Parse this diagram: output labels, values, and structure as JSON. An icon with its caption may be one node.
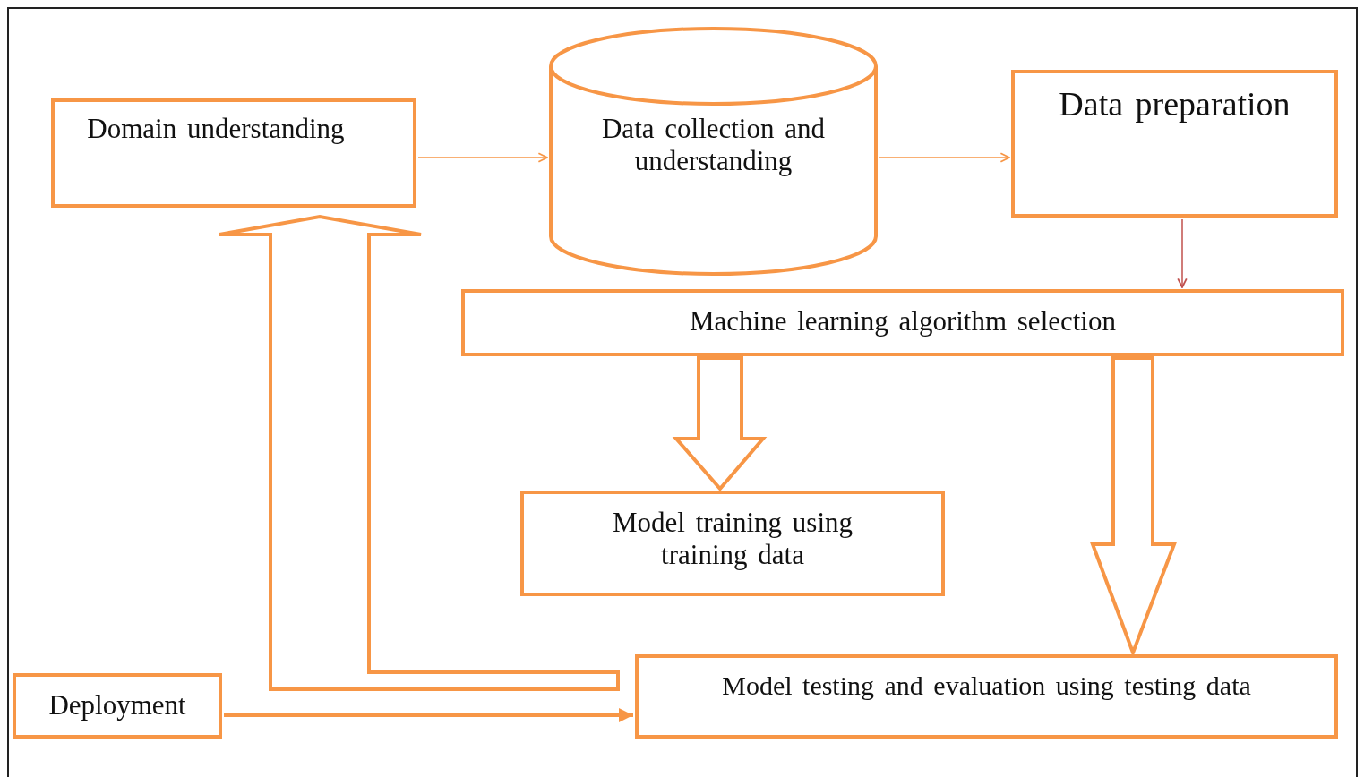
{
  "diagram": {
    "nodes": [
      {
        "text": [
          "Domain understanding"
        ]
      },
      {
        "text": [
          "Data collection and understanding"
        ]
      },
      {
        "text": [
          "Data preparation"
        ]
      },
      {
        "text": [
          "Machine learning algorithm selection"
        ]
      },
      {
        "text": [
          "Model training using training data"
        ]
      },
      {
        "text": [
          "Model testing and evaluation using testing data"
        ]
      },
      {
        "text": [
          "Deployment"
        ]
      }
    ],
    "edges": [
      {
        "from": 0,
        "to": 1,
        "arrow": "to"
      },
      {
        "from": 1,
        "to": 2,
        "arrow": "to"
      },
      {
        "from": 2,
        "to": 3,
        "arrow": "to",
        "color": "#c0504d"
      },
      {
        "from": 3,
        "to": 4,
        "arrow": "to",
        "style": "thick"
      },
      {
        "from": 3,
        "to": 5,
        "arrow": "to",
        "style": "thick"
      },
      {
        "from": 5,
        "to": 0,
        "arrow": "to",
        "style": "thick"
      },
      {
        "from": 6,
        "to": 5,
        "arrow": "to",
        "style": "thick"
      }
    ]
  }
}
